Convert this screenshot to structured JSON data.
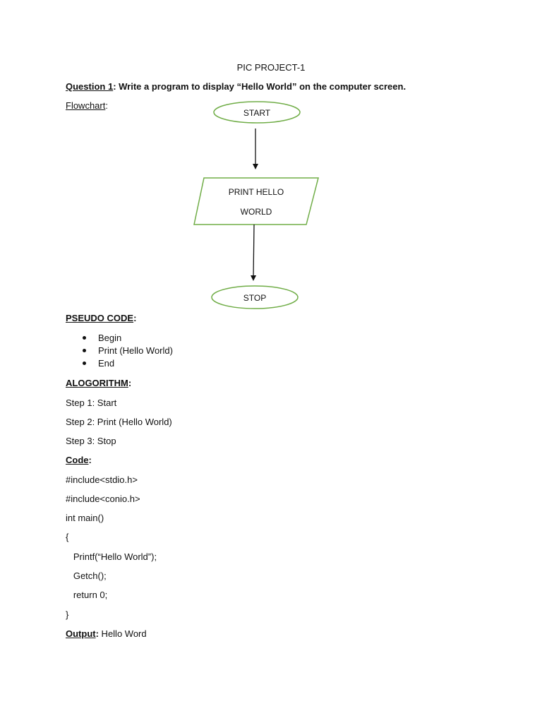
{
  "document": {
    "title": "PIC PROJECT-1",
    "question_label": "Question 1",
    "question_text": ": Write a program to display “Hello World” on the computer screen.",
    "flowchart_label": "Flowchart",
    "flowchart_colon": ":",
    "flowchart": {
      "start_label": "START",
      "process_line1": "PRINT HELLO",
      "process_line2": "WORLD",
      "stop_label": "STOP",
      "shape_color": "#70ad47"
    },
    "pseudo_label": "PSEUDO CODE",
    "pseudo_colon": ":",
    "pseudo_items": [
      "Begin",
      "Print (Hello World)",
      "End"
    ],
    "algorithm_label": "ALOGORITHM",
    "algorithm_colon": ":",
    "algorithm_steps": [
      "Step 1: Start",
      "Step 2: Print (Hello World)",
      "Step 3: Stop"
    ],
    "code_label": "Code",
    "code_colon": ":",
    "code_lines": [
      "#include<stdio.h>",
      "#include<conio.h>",
      "int main()",
      "{",
      "   Printf(“Hello World”);",
      "   Getch();",
      "   return 0;",
      "}"
    ],
    "output_label": "Output",
    "output_colon": ":",
    "output_value": " Hello Word"
  }
}
